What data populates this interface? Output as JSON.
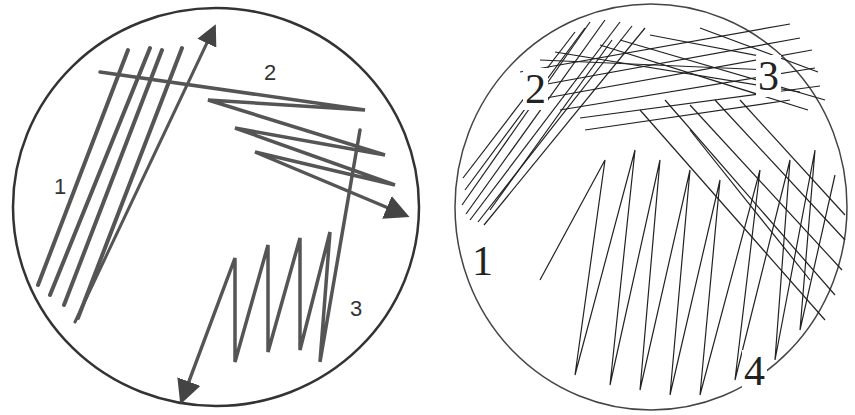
{
  "diagram": {
    "labels": [
      "1",
      "2",
      "3",
      "1",
      "2",
      "3",
      "4"
    ]
  }
}
